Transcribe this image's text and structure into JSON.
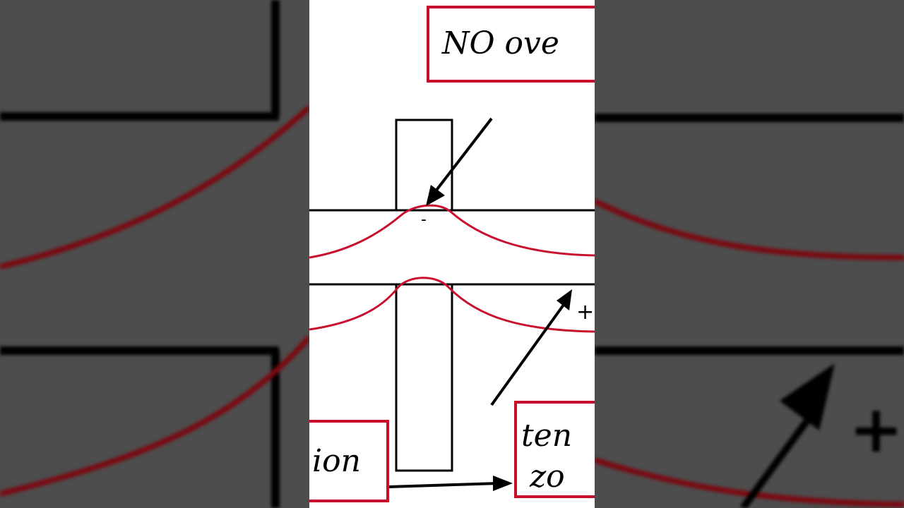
{
  "diagram": {
    "top_label": "NO ove",
    "bottom_left_label": "ion",
    "bottom_right_label_line1": "ten",
    "bottom_right_label_line2": "zo",
    "minus_sign": "-",
    "plus_sign": "+",
    "blur_plus_sign": "+"
  },
  "colors": {
    "background_side": "#4d4d4d",
    "panel": "#ffffff",
    "outline": "#000000",
    "accent_red": "#c8102e"
  }
}
